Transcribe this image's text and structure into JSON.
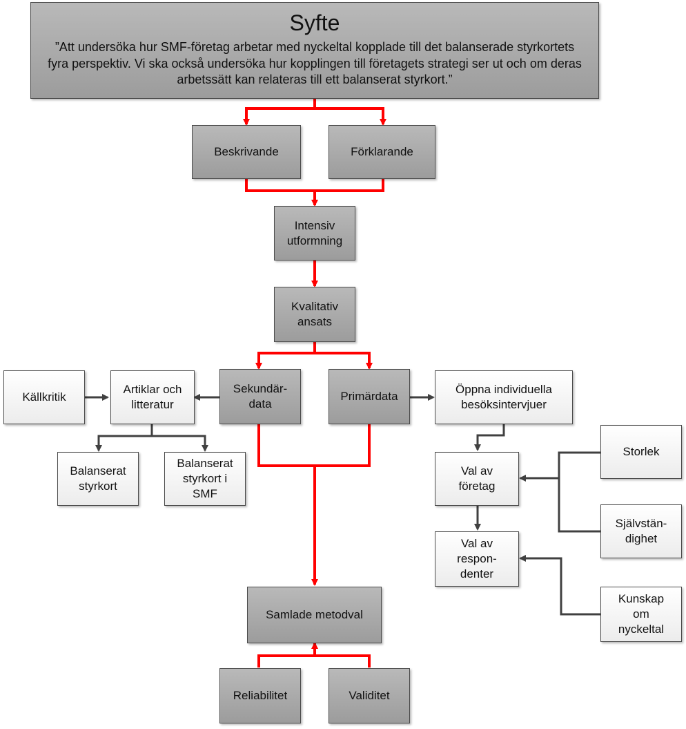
{
  "purpose": {
    "title": "Syfte",
    "text": "”Att undersöka hur SMF-företag arbetar med nyckeltal kopplade till det balanserade styrkortets fyra perspektiv. Vi ska också undersöka hur kopplingen till företagets strategi ser ut och om deras arbetssätt kan relateras till ett balanserat styrkort.”"
  },
  "nodes": {
    "beskrivande": "Beskrivande",
    "forklarande": "Förklarande",
    "intensiv": "Intensiv\nutformning",
    "kvalitativ": "Kvalitativ\nansats",
    "sekundardata": "Sekundär-\ndata",
    "primardata": "Primärdata",
    "kallkritik": "Källkritik",
    "artiklar": "Artiklar och\nlitteratur",
    "bal_styrkort": "Balanserat\nstyrkort",
    "bal_styrkort_smf": "Balanserat\nstyrkort i\nSMF",
    "intervjuer": "Öppna individuella\nbesöksintervjuer",
    "val_foretag": "Val av\nföretag",
    "val_respondenter": "Val av\nrespon-\ndenter",
    "storlek": "Storlek",
    "sjalvstandighet": "Självstän-\ndighet",
    "kunskap": "Kunskap\nom\nnyckeltal",
    "samlade": "Samlade metodval",
    "reliabilitet": "Reliabilitet",
    "validitet": "Validitet"
  },
  "colors": {
    "primary_flow": "#ff0000",
    "secondary_flow": "#404040"
  }
}
